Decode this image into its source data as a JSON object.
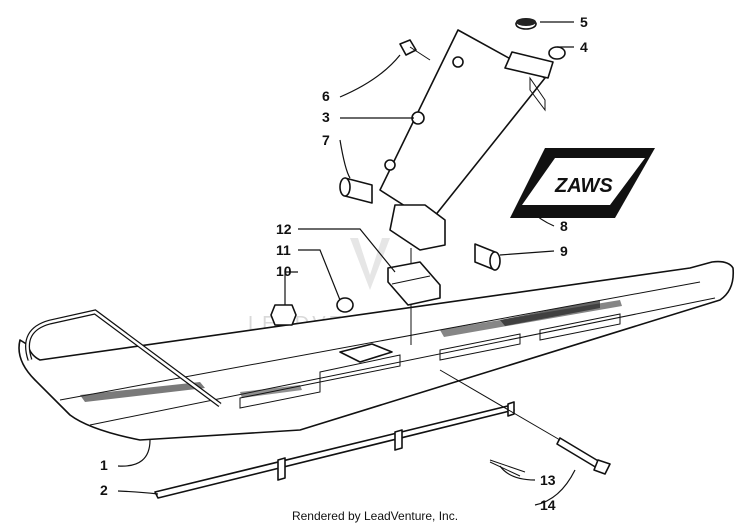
{
  "watermark": {
    "text": "LEADVENTURE"
  },
  "callouts": [
    {
      "number": "1"
    },
    {
      "number": "2"
    },
    {
      "number": "3"
    },
    {
      "number": "4"
    },
    {
      "number": "5"
    },
    {
      "number": "6"
    },
    {
      "number": "7"
    },
    {
      "number": "8"
    },
    {
      "number": "9"
    },
    {
      "number": "10"
    },
    {
      "number": "11"
    },
    {
      "number": "12"
    },
    {
      "number": "13"
    },
    {
      "number": "14"
    }
  ],
  "decal": {
    "text": "ZAWS"
  },
  "footer": {
    "credit": "Rendered by LeadVenture, Inc."
  }
}
